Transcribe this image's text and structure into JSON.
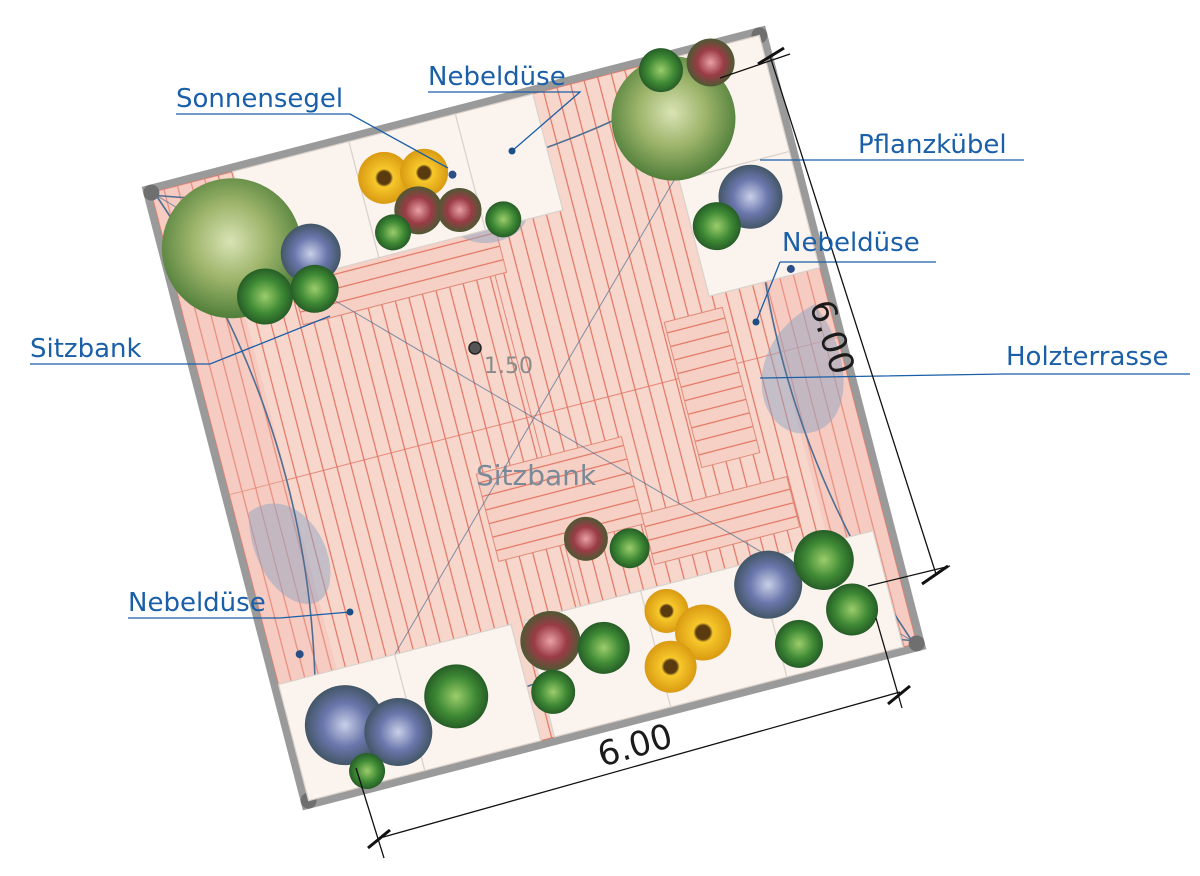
{
  "labels": {
    "sonnensegel": "Sonnensegel",
    "nebelduese_top": "Nebeldüse",
    "pflanzkuebel": "Pflanzkübel",
    "nebelduese_right": "Nebeldüse",
    "sitzbank_left": "Sitzbank",
    "holzterrasse": "Holzterrasse",
    "nebelduese_bottom": "Nebeldüse"
  },
  "inner_labels": {
    "sitzbank_center": "Sitzbank",
    "height_marker": "1.50"
  },
  "dimensions": {
    "width": "6.00",
    "depth": "6.00"
  },
  "colors": {
    "label": "#1a5fa8",
    "deck": "#f6d2c8",
    "deck_lines": "#e0705d",
    "frame": "#8f8f8f",
    "mist": "#8fa5c4",
    "sail_line": "#4f6f92",
    "foliage_light": "#a7bc76",
    "foliage_dark": "#3f7a35",
    "flower_yellow": "#f1b91f",
    "flower_blue": "#6a76ac"
  }
}
